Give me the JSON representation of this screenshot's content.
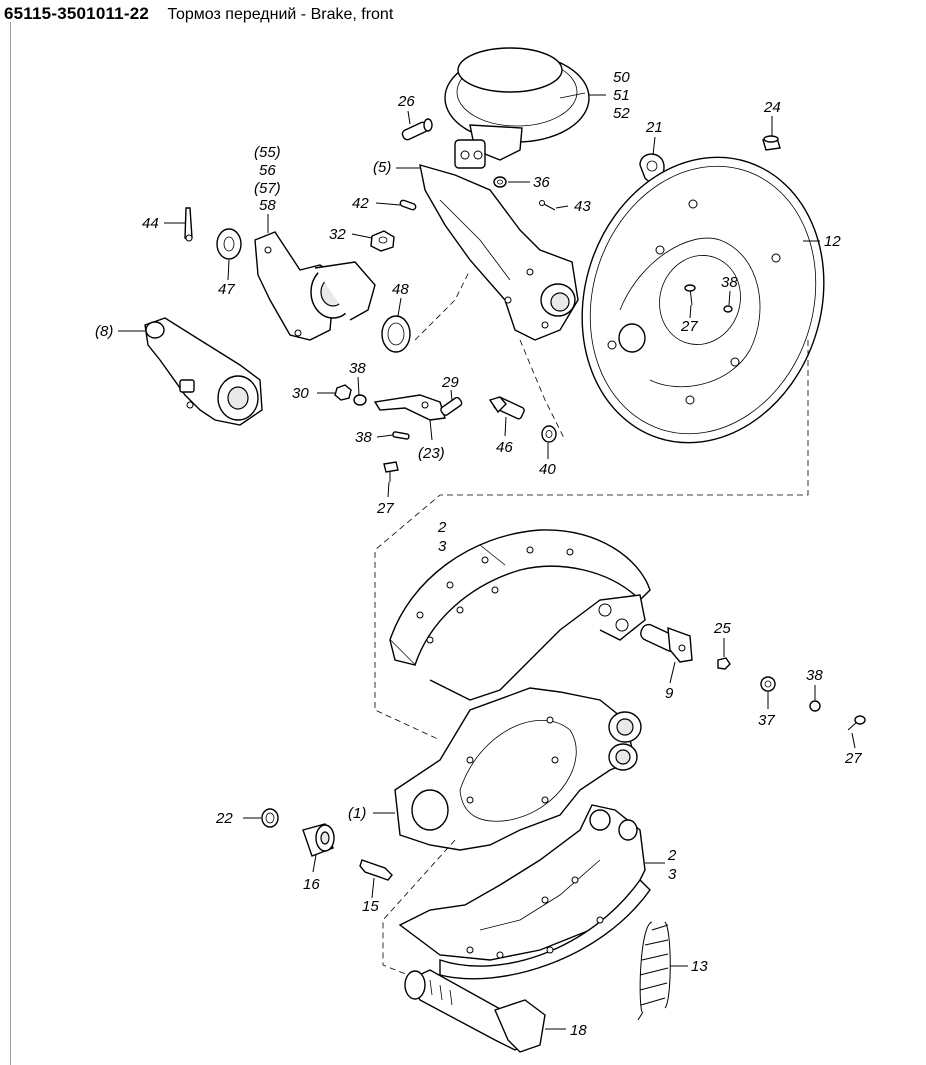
{
  "header": {
    "part_number": "65115-3501011-22",
    "title": "Тормоз передний  -  Brake, front"
  },
  "callouts": [
    {
      "id": "c50",
      "text": "50"
    },
    {
      "id": "c51",
      "text": "51"
    },
    {
      "id": "c52",
      "text": "52"
    },
    {
      "id": "c26",
      "text": "26"
    },
    {
      "id": "c24",
      "text": "24"
    },
    {
      "id": "c21",
      "text": "21"
    },
    {
      "id": "c55",
      "text": "(55)"
    },
    {
      "id": "c56",
      "text": "56"
    },
    {
      "id": "c57",
      "text": "(57)"
    },
    {
      "id": "c58",
      "text": "58"
    },
    {
      "id": "c5",
      "text": "(5)"
    },
    {
      "id": "c36",
      "text": "36"
    },
    {
      "id": "c42",
      "text": "42"
    },
    {
      "id": "c43",
      "text": "43"
    },
    {
      "id": "c44",
      "text": "44"
    },
    {
      "id": "c32",
      "text": "32"
    },
    {
      "id": "c12",
      "text": "12"
    },
    {
      "id": "c47",
      "text": "47"
    },
    {
      "id": "c48",
      "text": "48"
    },
    {
      "id": "c38a",
      "text": "38"
    },
    {
      "id": "c27a",
      "text": "27"
    },
    {
      "id": "c8",
      "text": "(8)"
    },
    {
      "id": "c38b",
      "text": "38"
    },
    {
      "id": "c29",
      "text": "29"
    },
    {
      "id": "c30",
      "text": "30"
    },
    {
      "id": "c38c",
      "text": "38"
    },
    {
      "id": "c23",
      "text": "(23)"
    },
    {
      "id": "c46",
      "text": "46"
    },
    {
      "id": "c40",
      "text": "40"
    },
    {
      "id": "c27b",
      "text": "27"
    },
    {
      "id": "c2a",
      "text": "2"
    },
    {
      "id": "c3a",
      "text": "3"
    },
    {
      "id": "c25",
      "text": "25"
    },
    {
      "id": "c9",
      "text": "9"
    },
    {
      "id": "c38d",
      "text": "38"
    },
    {
      "id": "c37",
      "text": "37"
    },
    {
      "id": "c27c",
      "text": "27"
    },
    {
      "id": "c1",
      "text": "(1)"
    },
    {
      "id": "c22",
      "text": "22"
    },
    {
      "id": "c16",
      "text": "16"
    },
    {
      "id": "c15",
      "text": "15"
    },
    {
      "id": "c2b",
      "text": "2"
    },
    {
      "id": "c3b",
      "text": "3"
    },
    {
      "id": "c13",
      "text": "13"
    },
    {
      "id": "c18",
      "text": "18"
    }
  ]
}
